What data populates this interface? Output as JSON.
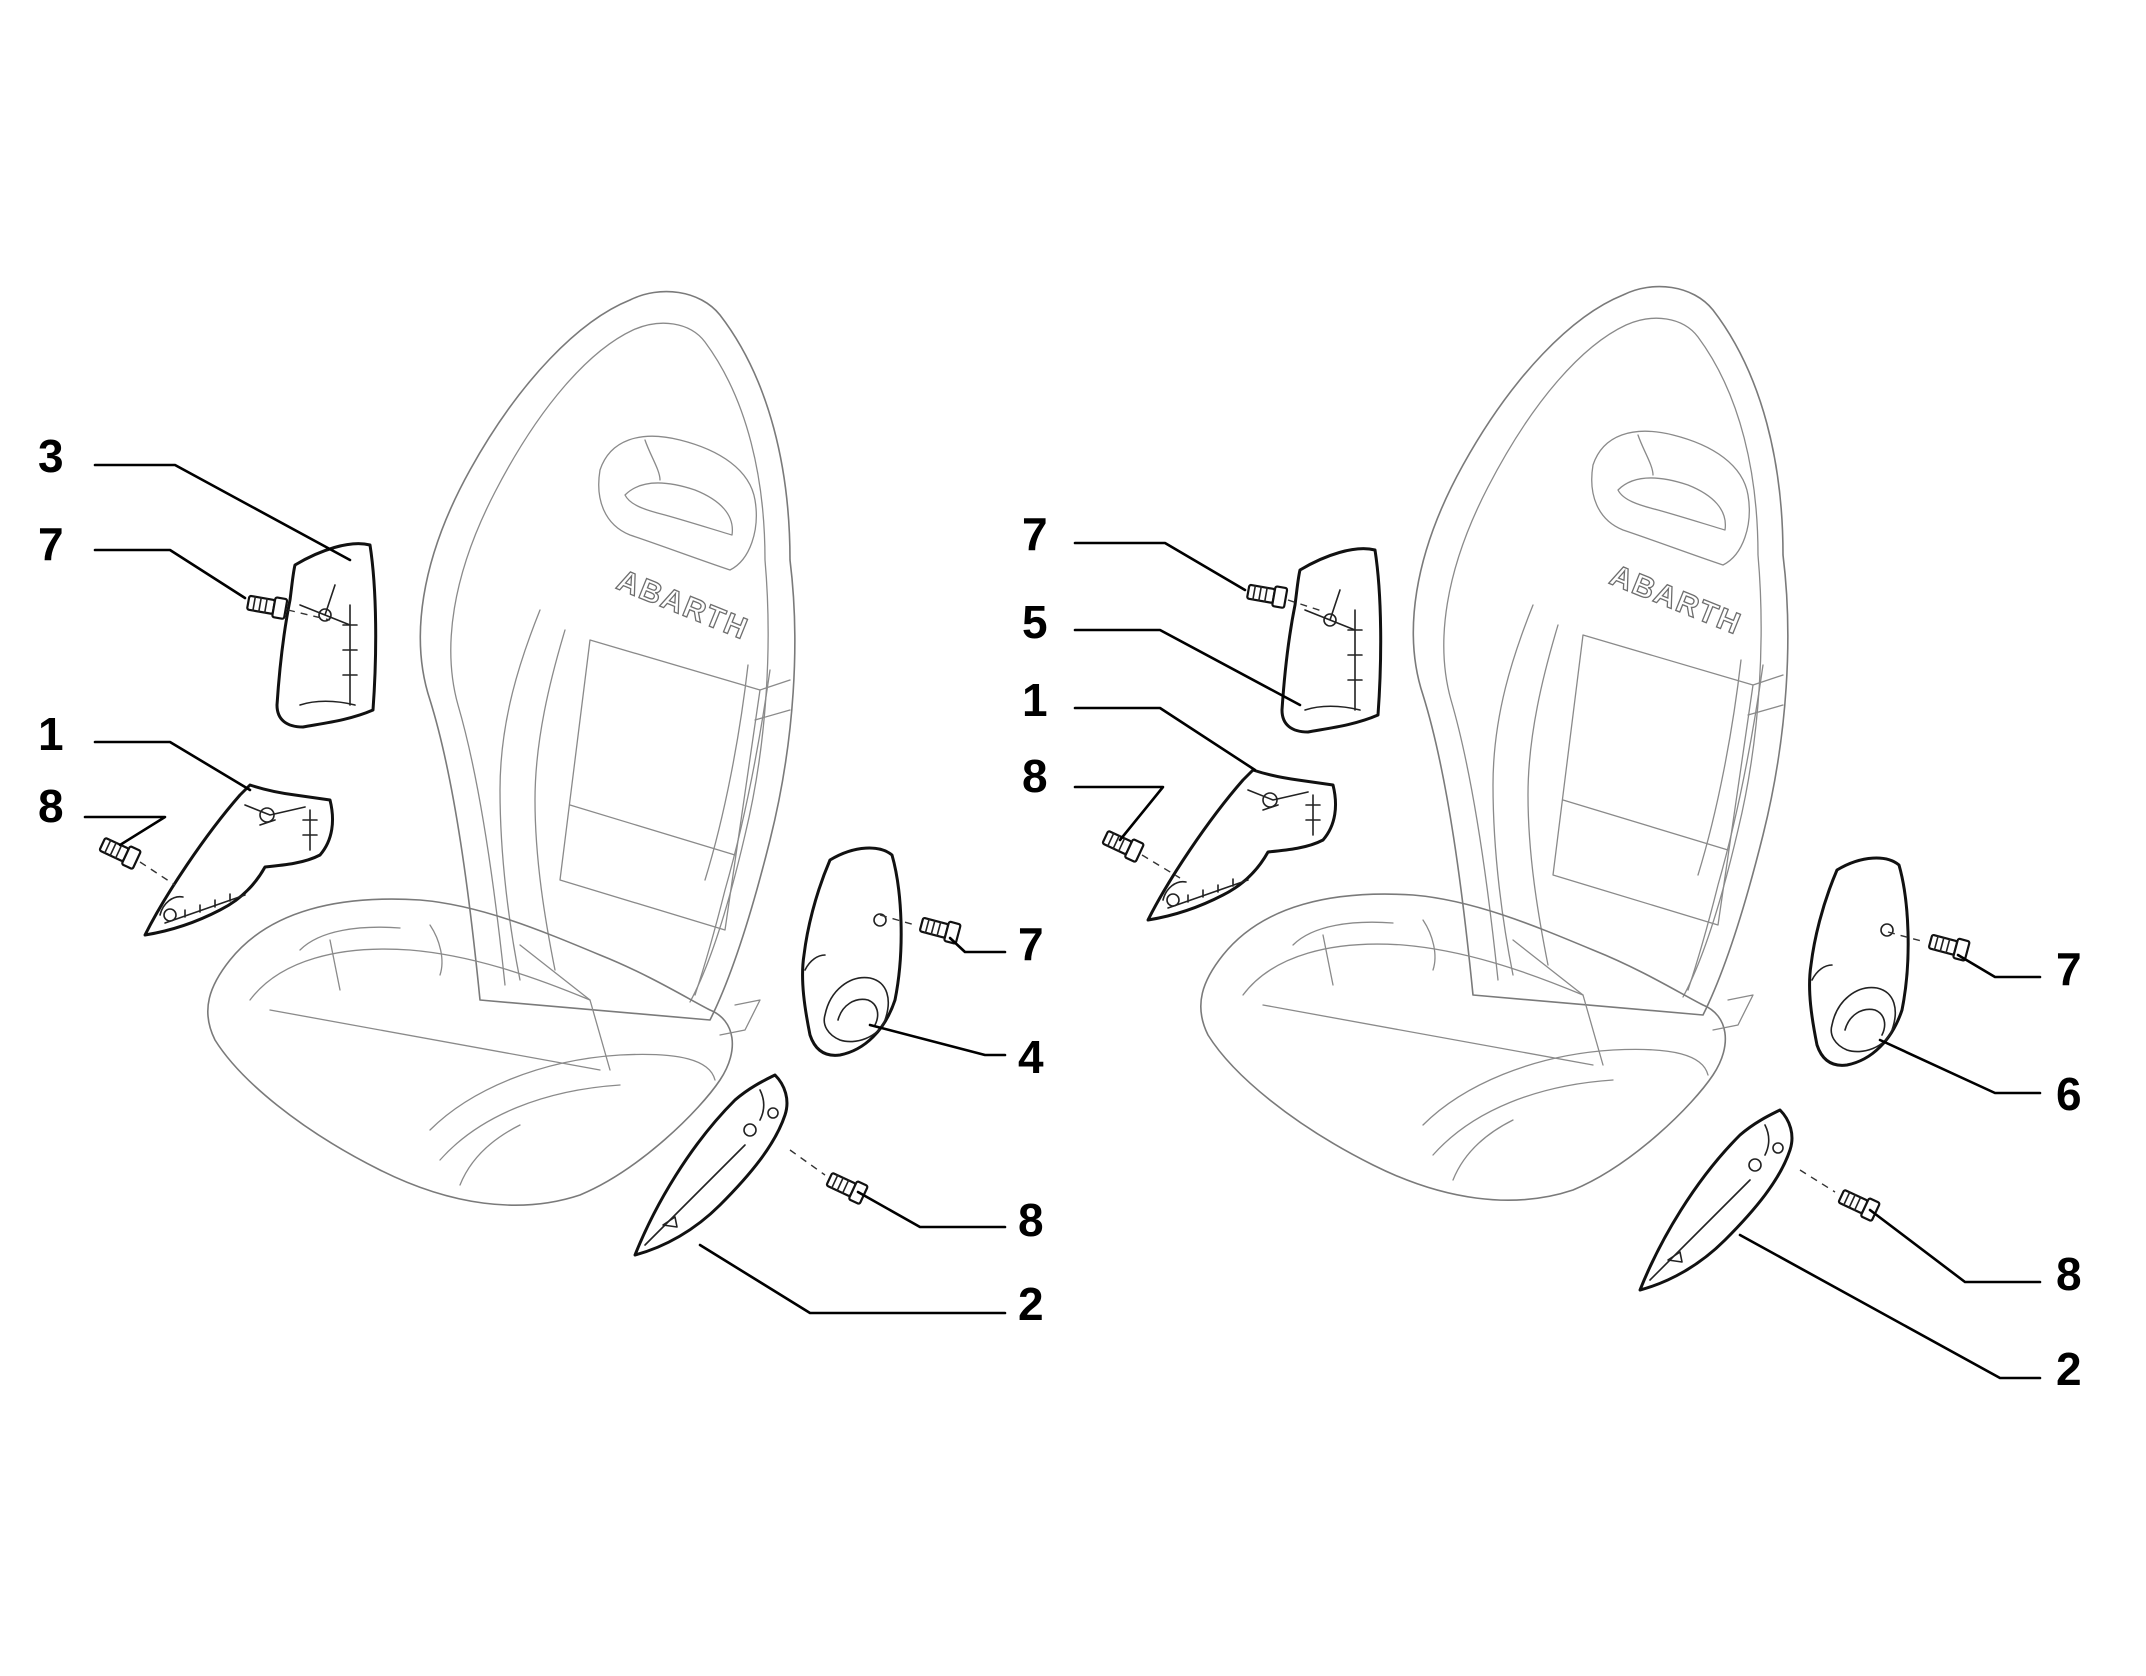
{
  "left_group": {
    "seat_logo": "ABARTH",
    "callouts": [
      "3",
      "7",
      "1",
      "8",
      "7",
      "4",
      "8",
      "2"
    ]
  },
  "right_group": {
    "seat_logo": "ABARTH",
    "callouts": [
      "7",
      "5",
      "1",
      "8",
      "7",
      "6",
      "8",
      "2"
    ]
  },
  "colors": {
    "line": "#000000",
    "seat": "#7a7a7a",
    "background": "#ffffff"
  }
}
